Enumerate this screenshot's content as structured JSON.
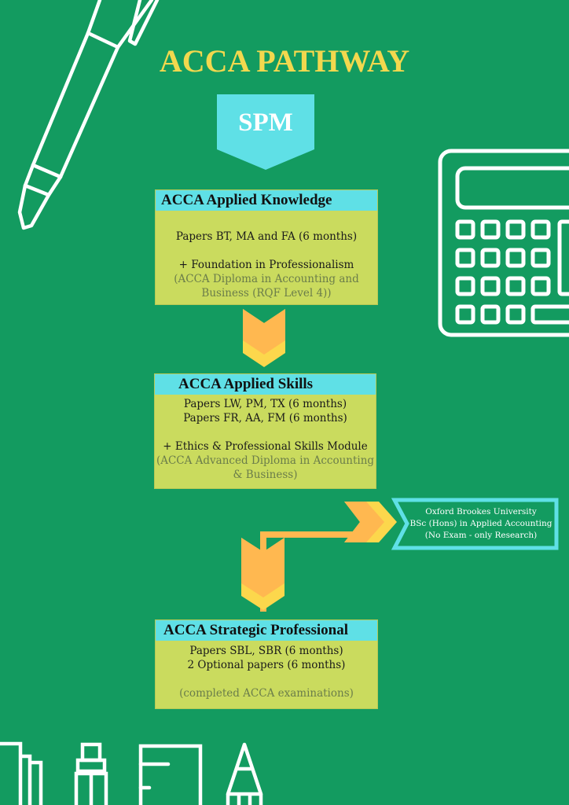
{
  "title": "ACCA PATHWAY",
  "colors": {
    "background": "#139b60",
    "title": "#f2d84e",
    "tag_cyan": "#5fe0e6",
    "box_fill": "#cadb5e",
    "arrow_orange": "#ffb850",
    "arrow_yellow": "#fcd74c",
    "icon_stroke": "#ffffff"
  },
  "start_tag": {
    "label": "SPM"
  },
  "stages": [
    {
      "heading": "ACCA Applied Knowledge",
      "lines": [
        "Papers BT, MA and FA (6 months)",
        "",
        "+ Foundation in Professionalism"
      ],
      "qualification": [
        "(ACCA Diploma in Accounting and",
        "Business (RQF Level 4))"
      ]
    },
    {
      "heading": "ACCA Applied Skills",
      "lines": [
        "Papers LW, PM, TX (6 months)",
        "Papers FR, AA, FM (6 months)",
        "",
        "+ Ethics & Professional Skills Module"
      ],
      "qualification": [
        "(ACCA Advanced Diploma in Accounting",
        "& Business)"
      ]
    },
    {
      "heading": "ACCA Strategic Professional",
      "lines": [
        "Papers SBL, SBR (6 months)",
        "2 Optional papers (6 months)",
        ""
      ],
      "qualification": [
        "(completed ACCA examinations)"
      ]
    }
  ],
  "side_branch": {
    "lines": [
      "Oxford Brookes University",
      "BSc (Hons) in Applied Accounting",
      "(No Exam - only Research)"
    ]
  },
  "decorative_icons": [
    "pen-icon",
    "calculator-icon",
    "books-icon",
    "marker-icon",
    "notebook-icon",
    "pencil-icon"
  ]
}
